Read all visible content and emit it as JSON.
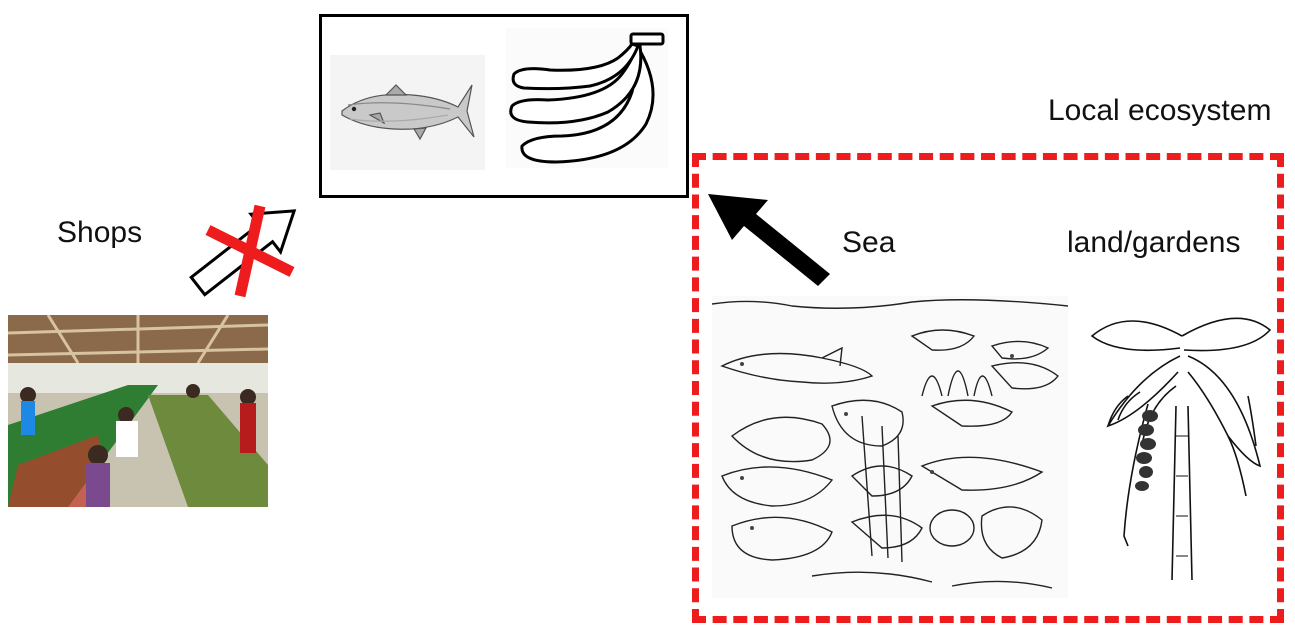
{
  "labels": {
    "shops": "Shops",
    "local_ecosystem": "Local ecosystem",
    "sea": "Sea",
    "land_gardens": "land/gardens"
  },
  "colors": {
    "ecosystem_border": "#ee1c1c",
    "blocked_cross": "#ee1c1c",
    "arrow_fill": "#000000",
    "outline": "#000000"
  },
  "illustrations": {
    "food_fish": "tuna-fish-sketch",
    "food_bananas": "banana-bunch-outline",
    "market": "market-stalls-photo",
    "sea": "coral-reef-line-drawing",
    "land": "banana-tree-drawing"
  }
}
